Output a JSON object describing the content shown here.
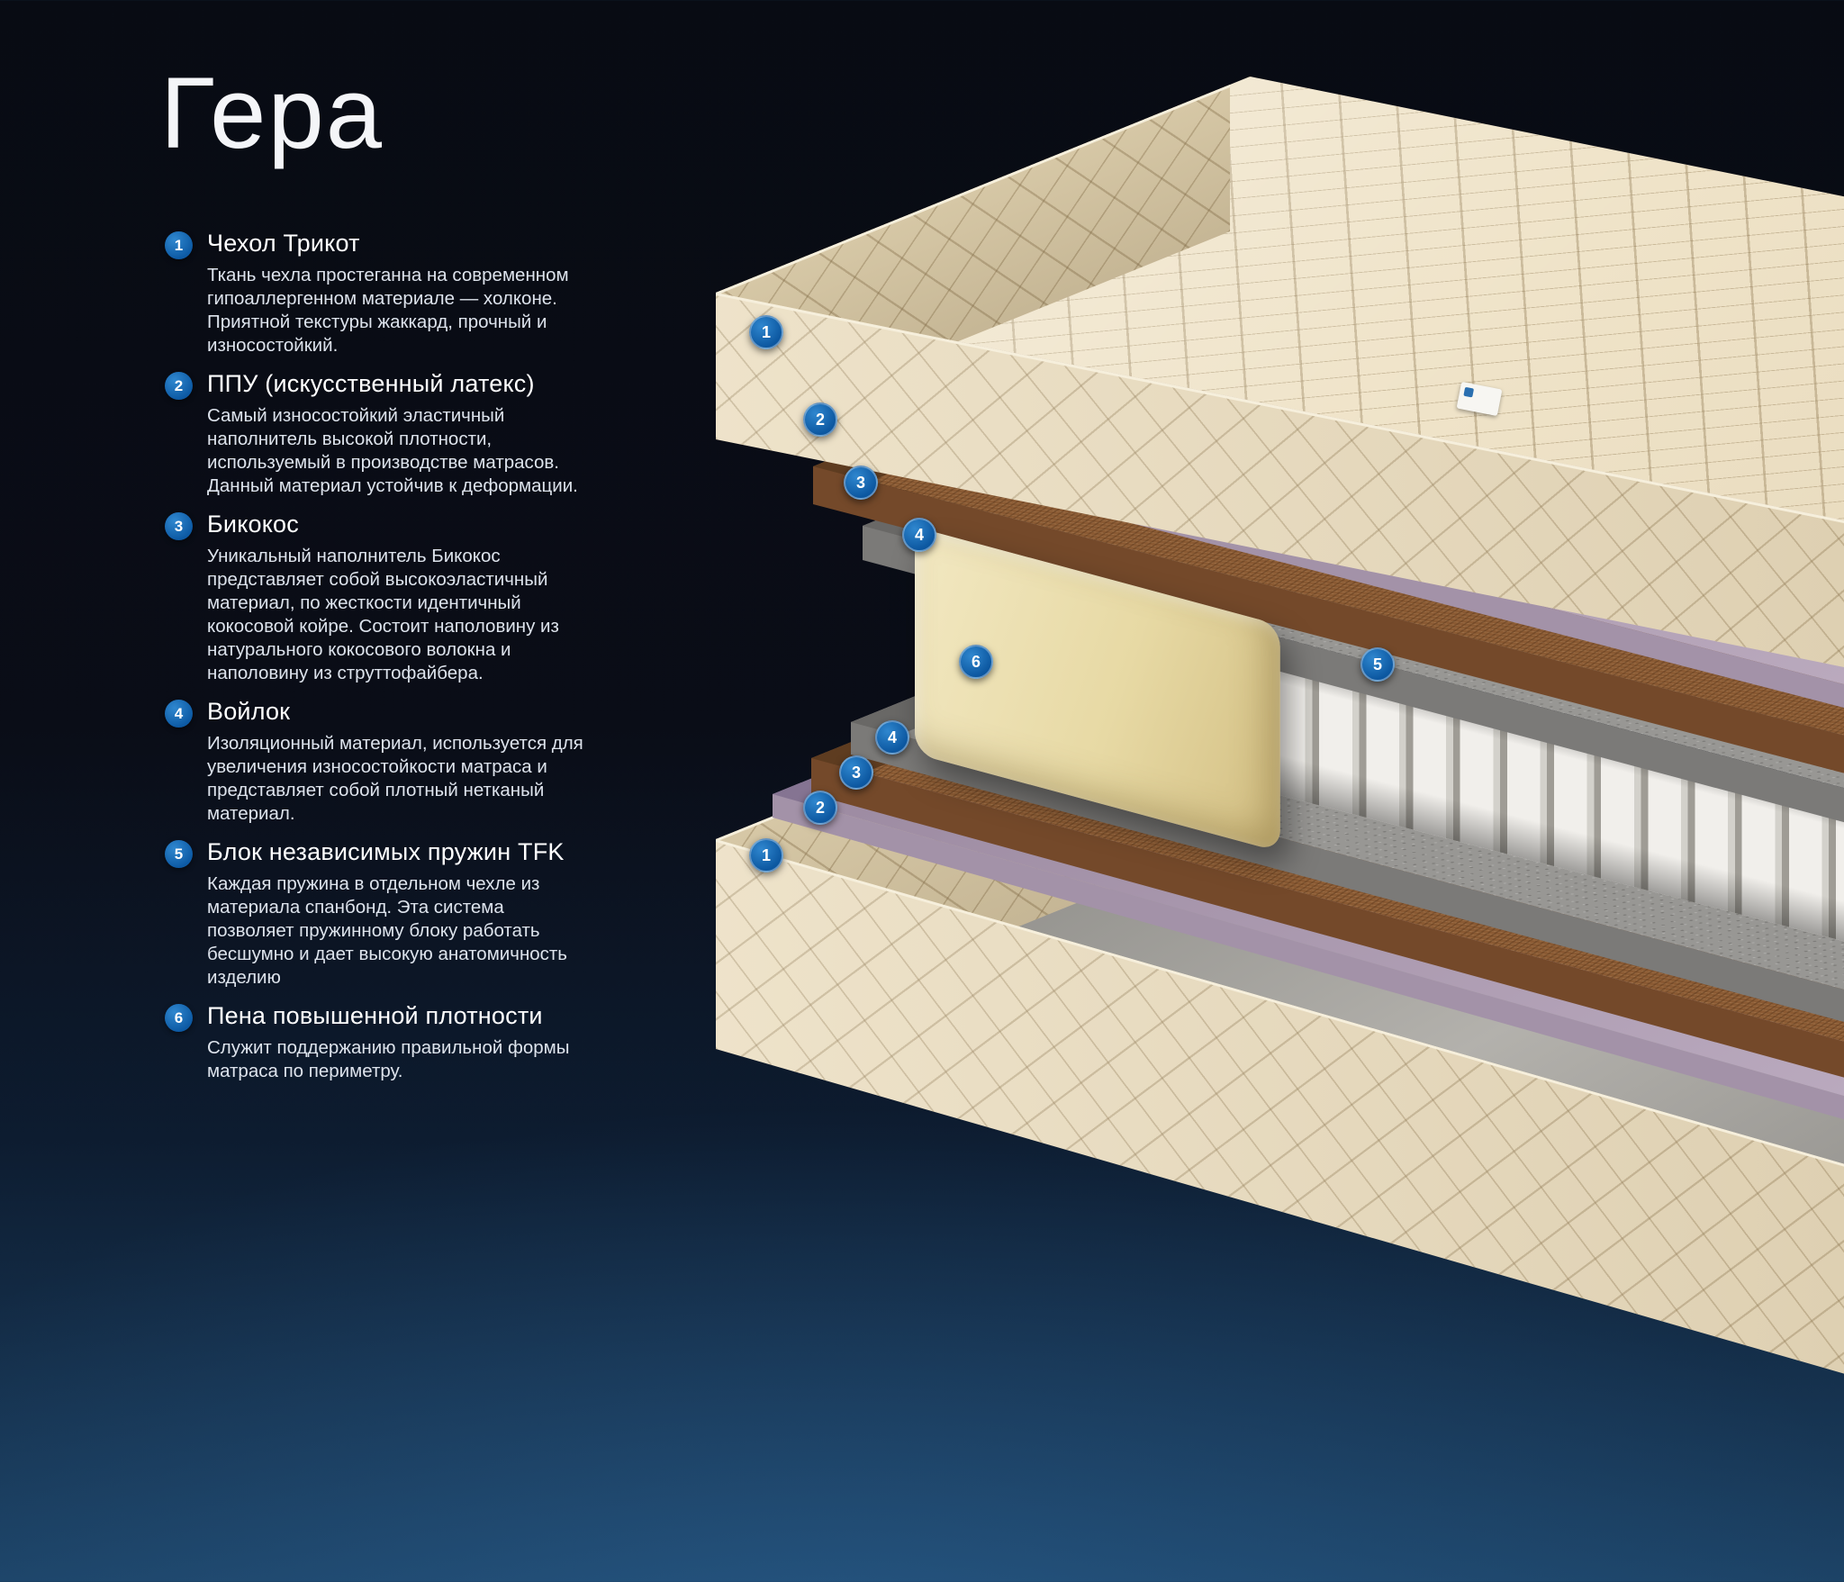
{
  "title": "Гера",
  "legend": {
    "items": [
      {
        "num": "1",
        "title": "Чехол Трикот",
        "description": "Ткань чехла простеганна на современном гипоаллергенном материале — холконе. Приятной текстуры жаккард, прочный и износостойкий."
      },
      {
        "num": "2",
        "title": "ППУ (искусственный латекс)",
        "description": "Самый износостойкий эластичный наполнитель высокой плотности, используемый в производстве матрасов. Данный материал устойчив к деформации."
      },
      {
        "num": "3",
        "title": "Бикокос",
        "description": "Уникальный наполнитель Бикокос представляет собой высокоэластичный материал, по жесткости идентичный кокосовой койре. Состоит наполовину из натурального кокосового волокна и наполовину из струттофайбера."
      },
      {
        "num": "4",
        "title": "Войлок",
        "description": "Изоляционный материал, используется для увеличения износостойкости матраса и представляет собой плотный нетканый материал."
      },
      {
        "num": "5",
        "title": "Блок независимых пружин TFK",
        "description": "Каждая пружина в отдельном чехле из материала спанбонд. Эта система позволяет пружинному блоку работать бесшумно и дает высокую анатомичность изделию"
      },
      {
        "num": "6",
        "title": "Пена повышенной плотности",
        "description": "Служит поддержанию правильной формы матраса по периметру."
      }
    ]
  },
  "diagram": {
    "accent_color": "#1266b0",
    "markers": [
      {
        "label": "1"
      },
      {
        "label": "2"
      },
      {
        "label": "3"
      },
      {
        "label": "4"
      },
      {
        "label": "6"
      },
      {
        "label": "5"
      },
      {
        "label": "4"
      },
      {
        "label": "3"
      },
      {
        "label": "2"
      },
      {
        "label": "1"
      }
    ]
  }
}
